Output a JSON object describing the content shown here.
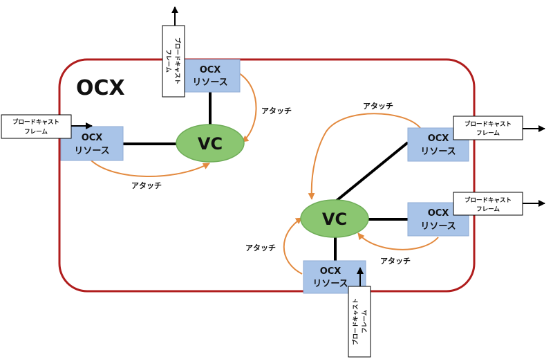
{
  "title": "OCX",
  "vc_label": "VC",
  "resource": {
    "line1": "OCX",
    "line2": "リソース"
  },
  "attach_label": "アタッチ",
  "frame": {
    "line1": "ブロードキャスト",
    "line2": "フレーム"
  },
  "colors": {
    "container_border": "#b01d1d",
    "resource_fill": "#a9c4e8",
    "resource_border": "#8fabd4",
    "vc_fill": "#8bc671",
    "vc_border": "#6fad58",
    "attach_arrow": "#e38a3f",
    "link_line": "#000000"
  }
}
